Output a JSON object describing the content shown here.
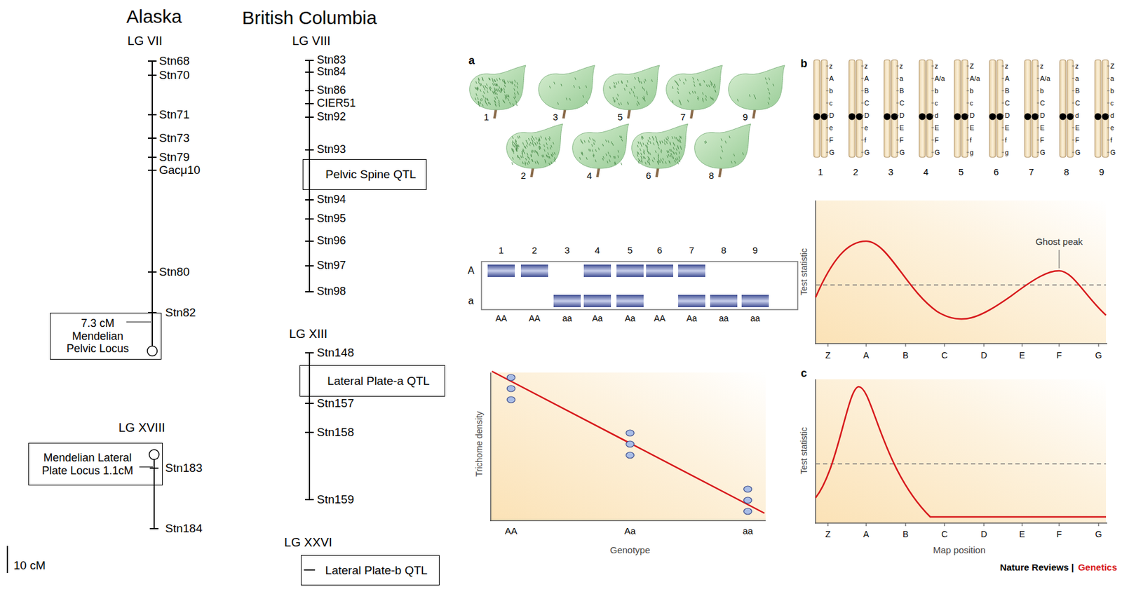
{
  "diagram": {
    "nodes": [
      {
        "text": [
          "7.3 cM Mendelian Pelvic Locus"
        ]
      },
      {
        "text": [
          "Mendelian Lateral Plate Locus 1.1cM"
        ]
      },
      {
        "text": [
          "Pelvic Spine QTL"
        ]
      },
      {
        "text": [
          "Lateral Plate-a QTL"
        ]
      },
      {
        "text": [
          "Lateral Plate-b QTL"
        ]
      }
    ],
    "labels": [
      "Alaska",
      "British Columbia",
      "LG VII",
      "Stn68",
      "Stn70",
      "Stn71",
      "Stn73",
      "Stn79",
      "Gacμ10",
      "Stn80",
      "Stn82",
      "LG XVIII",
      "Stn183",
      "Stn184",
      "10 cM",
      "LG VIII",
      "Stn83",
      "Stn84",
      "Stn86",
      "CIER51",
      "Stn92",
      "Stn93",
      "Stn94",
      "Stn95",
      "Stn96",
      "Stn97",
      "Stn98",
      "LG XIII",
      "Stn148",
      "Stn157",
      "Stn158",
      "Stn159",
      "LG XXVI",
      "a",
      "1",
      "2",
      "3",
      "4",
      "5",
      "6",
      "7",
      "8",
      "9",
      "1",
      "2",
      "3",
      "4",
      "5",
      "6",
      "7",
      "8",
      "9",
      "A",
      "a",
      "AA",
      "AA",
      "aa",
      "Aa",
      "Aa",
      "AA",
      "Aa",
      "aa",
      "aa",
      "Trichome density",
      "AA",
      "Aa",
      "aa",
      "Genotype",
      "b",
      "z",
      "A",
      "b",
      "c",
      "D",
      "e",
      "F",
      "G",
      "z",
      "A",
      "B",
      "C",
      "D",
      "e",
      "f",
      "G",
      "z",
      "a",
      "B",
      "C",
      "D",
      "E",
      "F",
      "G",
      "z",
      "A/a",
      "b",
      "c",
      "d",
      "E",
      "F",
      "G",
      "Z",
      "A/a",
      "b",
      "c",
      "D",
      "E",
      "f",
      "g",
      "z",
      "A",
      "B",
      "C",
      "D",
      "E",
      "f",
      "g",
      "z",
      "A/a",
      "b",
      "C",
      "D",
      "E",
      "F",
      "G",
      "z",
      "a",
      "B",
      "C",
      "d",
      "E",
      "F",
      "G",
      "Z",
      "a",
      "b",
      "c",
      "d",
      "e",
      "f",
      "G",
      "1",
      "2",
      "3",
      "4",
      "5",
      "6",
      "7",
      "8",
      "9",
      "Test statistic",
      "Ghost peak",
      "Z",
      "A",
      "B",
      "C",
      "D",
      "E",
      "F",
      "G",
      "c",
      "Test statistic",
      "Z",
      "A",
      "B",
      "C",
      "D",
      "E",
      "F",
      "G",
      "Map position",
      "Nature Reviews |",
      "Genetics"
    ]
  }
}
